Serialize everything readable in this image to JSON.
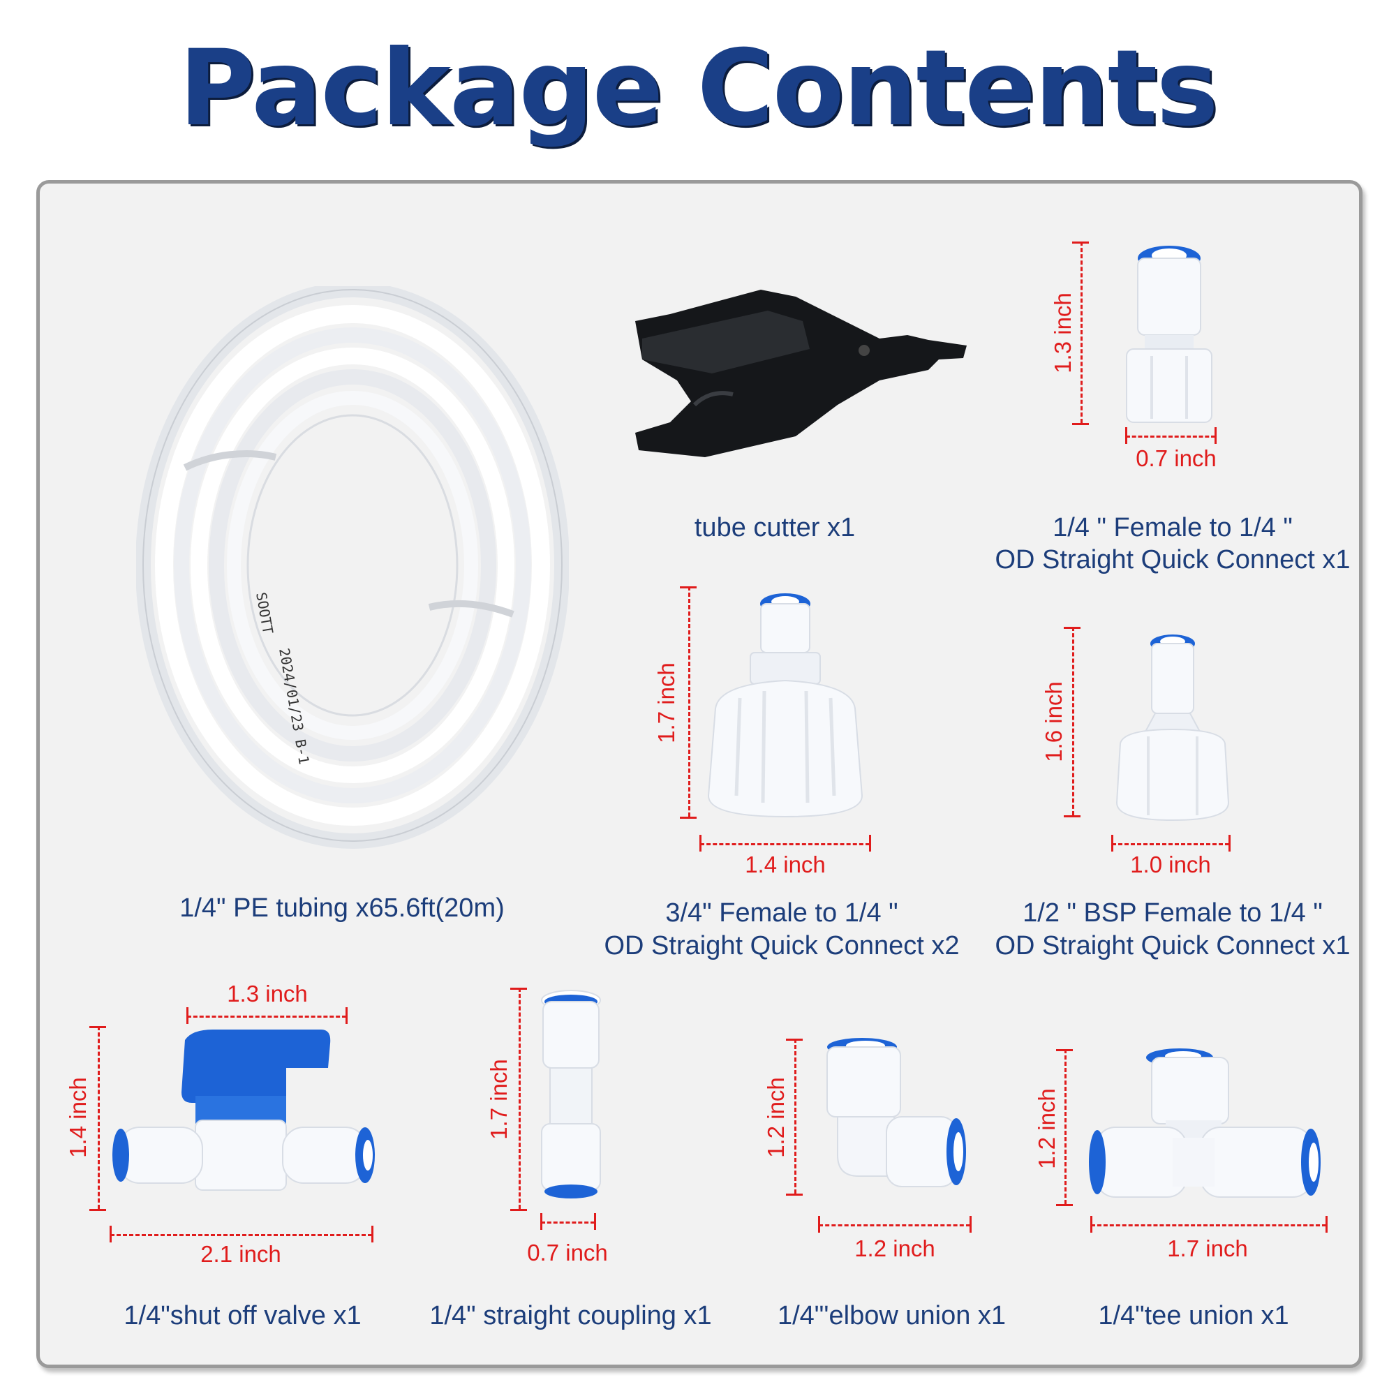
{
  "title": "Package Contents",
  "items": {
    "tubing": "1/4\" PE tubing x65.6ft(20m)",
    "cutter": "tube cutter x1",
    "female14_a": "1/4 \" Female to 1/4 \"",
    "female14_b": "OD Straight Quick Connect x1",
    "female34_a": "3/4\" Female to 1/4 \"",
    "female34_b": "OD Straight Quick Connect x2",
    "bsp12_a": "1/2 \" BSP Female to 1/4 \"",
    "bsp12_b": "OD Straight Quick Connect x1",
    "valve": "1/4\"shut off valve x1",
    "coupling": "1/4\" straight coupling x1",
    "elbow": "1/4\"'elbow union x1",
    "tee": "1/4\"tee union x1"
  },
  "dims": {
    "female14_h": "1.3 inch",
    "female14_w": "0.7 inch",
    "female34_h": "1.7 inch",
    "female34_w": "1.4 inch",
    "bsp12_h": "1.6 inch",
    "bsp12_w": "1.0 inch",
    "valve_top": "1.3 inch",
    "valve_h": "1.4 inch",
    "valve_w": "2.1 inch",
    "coupling_h": "1.7 inch",
    "coupling_w": "0.7 inch",
    "elbow_h": "1.2 inch",
    "elbow_w": "1.2 inch",
    "tee_h": "1.2 inch",
    "tee_w": "1.7 inch"
  },
  "tube_print": [
    "2024/01/23 B-1",
    "SOOTT"
  ],
  "colors": {
    "title": "#1a3f87",
    "label": "#1c3d7a",
    "dimension": "#e01c1c",
    "fitting_blue": "#1d63d6",
    "fitting_white": "#f7f9fc"
  }
}
